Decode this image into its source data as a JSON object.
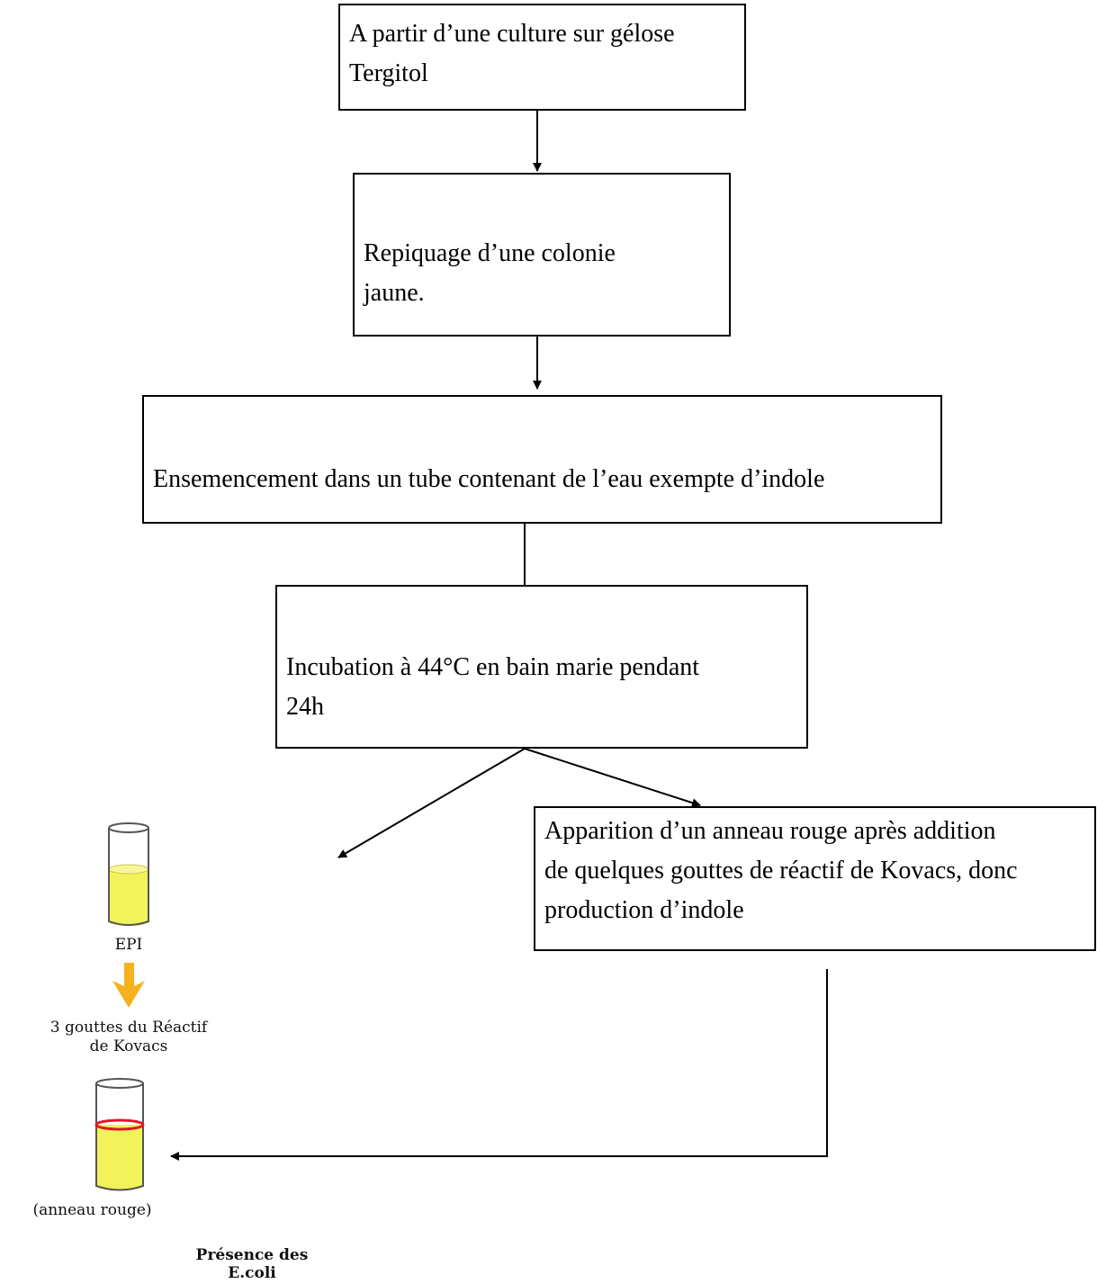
{
  "flow": {
    "step1": {
      "line1": "A partir d’une culture sur gélose",
      "line2": "Tergitol"
    },
    "step2": {
      "line1": "Repiquage d’une colonie",
      "line2": "jaune."
    },
    "step3": {
      "text": "Ensemencement dans un tube contenant de l’eau exempte d’indole"
    },
    "step4": {
      "line1": "Incubation à 44°C en bain marie pendant",
      "line2": "24h"
    },
    "step5": {
      "line1": "Apparition d’un anneau rouge après addition",
      "line2": "de quelques gouttes de réactif de Kovacs, donc",
      "line3": "production d’indole"
    }
  },
  "illustration": {
    "tube1_label": "EPI",
    "reagent_line1": "3 gouttes du Réactif",
    "reagent_line2": "de Kovacs",
    "tube2_label": "(anneau rouge)",
    "result_line1": "Présence des",
    "result_line2": "E.coli"
  },
  "colors": {
    "liquid": "#f2f25a",
    "ring": "#e3162a",
    "arrow_orange": "#f5b21e"
  }
}
